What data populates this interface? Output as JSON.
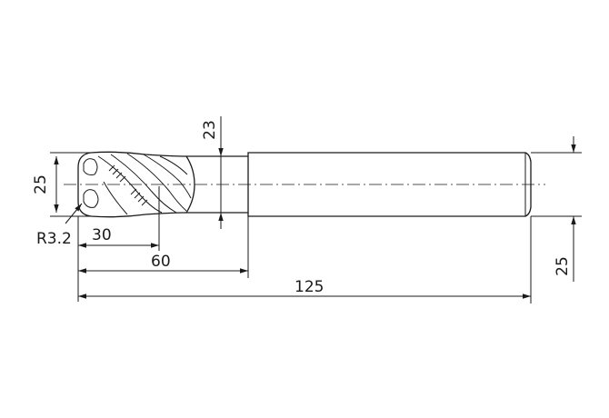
{
  "dimensions": {
    "cutting_diameter": "25",
    "neck_diameter": "23",
    "shank_diameter": "25",
    "corner_radius": "R3.2",
    "flute_length": "30",
    "neck_length": "60",
    "overall_length": "125"
  }
}
